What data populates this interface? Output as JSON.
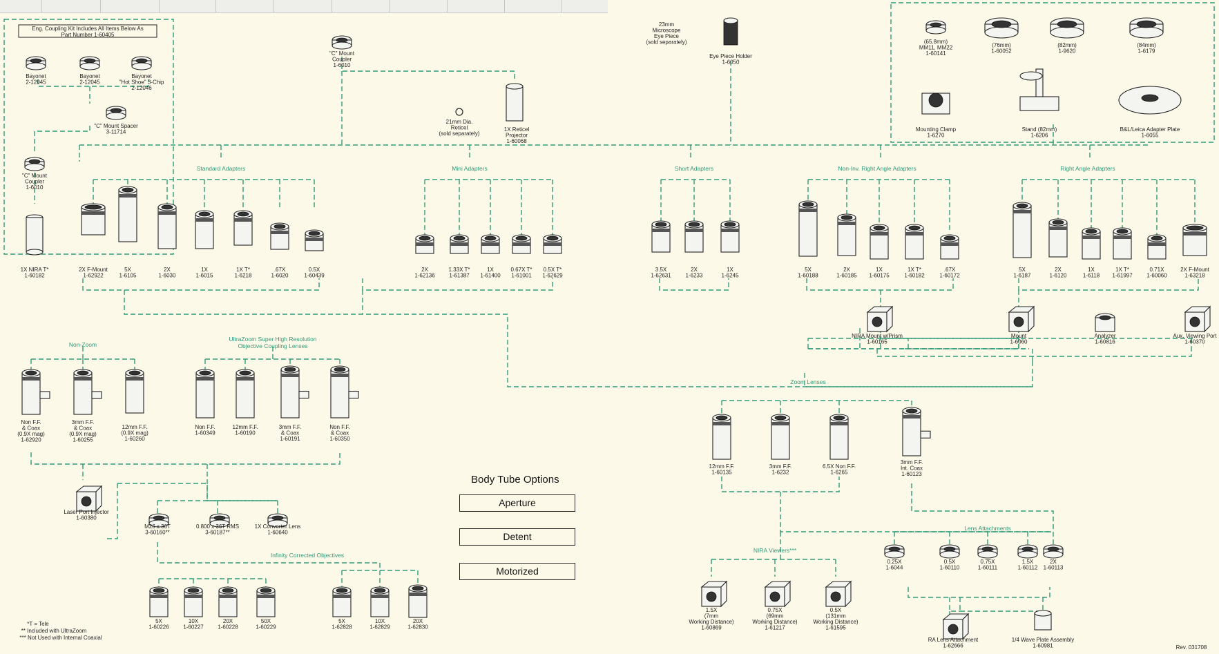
{
  "diagram": {
    "title": "Body Tube Options",
    "buttons": [
      "Aperture",
      "Detent",
      "Motorized"
    ],
    "revision": "Rev. 031708",
    "footnotes": [
      "*T = Tele",
      "** Included with UltraZoom",
      "*** Not Used with Internal Coaxial"
    ],
    "groups": {
      "standard": "Standard Adapters",
      "mini": "Mini Adapters",
      "short": "Short Adapters",
      "noninv": "Non-Inv. Right Angle Adapters",
      "rightangle": "Right Angle Adapters",
      "nonzoom": "Non-Zoom",
      "ultrazoom": [
        "UltraZoom Super High Resolution",
        "Objective Coupling Lenses"
      ],
      "zoom": "Zoom   Lenses",
      "infinity": "Infinity Corrected Objectives",
      "nira": "NIRA Viewers***",
      "lensatt": "Lens Attachments"
    },
    "eng_kit": [
      "Eng. Coupling Kit Includes All Items Below As",
      "Part Number 1-60405"
    ],
    "parts": [
      {
        "id": "bay1",
        "lines": [
          "Bayonet",
          "2-12045"
        ]
      },
      {
        "id": "bay2",
        "lines": [
          "Bayonet",
          "2-12045"
        ]
      },
      {
        "id": "bay3",
        "lines": [
          "Bayonet",
          "\"Hot Shoe\" 3-Chip",
          "2-12046"
        ]
      },
      {
        "id": "spacer",
        "lines": [
          "\"C\" Mount Spacer",
          "3-11714"
        ]
      },
      {
        "id": "cmount2",
        "lines": [
          "\"C\" Mount",
          "Coupler",
          "1-6010"
        ]
      },
      {
        "id": "nira1x",
        "lines": [
          "1X NIRA T*",
          "1-60182"
        ]
      },
      {
        "id": "cmount1",
        "lines": [
          "\"C\" Mount",
          "Coupler",
          "1-6010"
        ]
      },
      {
        "id": "reticle",
        "lines": [
          "21mm Dia.",
          "Reticel",
          "(sold separately)"
        ]
      },
      {
        "id": "retproj",
        "lines": [
          "1X Reticel",
          "Projector",
          "1-60068"
        ]
      },
      {
        "id": "eyepiece",
        "lines": [
          "23mm",
          "Microscope",
          "Eye Piece",
          "(sold separately)"
        ]
      },
      {
        "id": "eyeholder",
        "lines": [
          "Eye Piece Holder",
          "1-6050"
        ]
      },
      {
        "id": "m1",
        "lines": [
          "(65.8mm)",
          "MM11, MM22",
          "1-60141"
        ]
      },
      {
        "id": "m2",
        "lines": [
          "(76mm)",
          "1-60052"
        ]
      },
      {
        "id": "m3",
        "lines": [
          "(82mm)",
          "1-9620"
        ]
      },
      {
        "id": "m4",
        "lines": [
          "(84mm)",
          "1-6179"
        ]
      },
      {
        "id": "m5",
        "lines": [
          "Mounting Clamp",
          "1-6270"
        ]
      },
      {
        "id": "m6",
        "lines": [
          "Stand (82mm)",
          "1-6206"
        ]
      },
      {
        "id": "m7",
        "lines": [
          "B&L/Leica Adapter Plate",
          "1-6055"
        ]
      },
      {
        "id": "s1",
        "lines": [
          "2X F-Mount",
          "1-62922"
        ]
      },
      {
        "id": "s2",
        "lines": [
          "5X",
          "1-6105"
        ]
      },
      {
        "id": "s3",
        "lines": [
          "2X",
          "1-6030"
        ]
      },
      {
        "id": "s4",
        "lines": [
          "1X",
          "1-6015"
        ]
      },
      {
        "id": "s5",
        "lines": [
          "1X T*",
          "1-6218"
        ]
      },
      {
        "id": "s6",
        "lines": [
          ".67X",
          "1-6020"
        ]
      },
      {
        "id": "s7",
        "lines": [
          "0.5X",
          "1-60439"
        ]
      },
      {
        "id": "mi1",
        "lines": [
          "2X",
          "1-62136"
        ]
      },
      {
        "id": "mi2",
        "lines": [
          "1.33X  T*",
          "1-61387"
        ]
      },
      {
        "id": "mi3",
        "lines": [
          "1X",
          "1-61400"
        ]
      },
      {
        "id": "mi4",
        "lines": [
          "0.67X T*",
          "1-61001"
        ]
      },
      {
        "id": "mi5",
        "lines": [
          "0.5X T*",
          "1-62629"
        ]
      },
      {
        "id": "sh1",
        "lines": [
          "3.5X",
          "1-62631"
        ]
      },
      {
        "id": "sh2",
        "lines": [
          "2X",
          "1-6233"
        ]
      },
      {
        "id": "sh3",
        "lines": [
          "1X",
          "1-6245"
        ]
      },
      {
        "id": "n1",
        "lines": [
          "5X",
          "1-60188"
        ]
      },
      {
        "id": "n2",
        "lines": [
          "2X",
          "1-60185"
        ]
      },
      {
        "id": "n3",
        "lines": [
          "1X",
          "1-60175"
        ]
      },
      {
        "id": "n4",
        "lines": [
          "1X T*",
          "1-60182"
        ]
      },
      {
        "id": "n5",
        "lines": [
          ".67X",
          "1-60172"
        ]
      },
      {
        "id": "niraprism",
        "lines": [
          "NIRA Mount w/Prism",
          "1-60165"
        ]
      },
      {
        "id": "r1",
        "lines": [
          "5X",
          "1-6187"
        ]
      },
      {
        "id": "r2",
        "lines": [
          "2X",
          "1-6120"
        ]
      },
      {
        "id": "r3",
        "lines": [
          "1X",
          "1-6118"
        ]
      },
      {
        "id": "r4",
        "lines": [
          "1X T*",
          "1-61997"
        ]
      },
      {
        "id": "r5",
        "lines": [
          "0.71X",
          "1-60060"
        ]
      },
      {
        "id": "r6",
        "lines": [
          "2X F-Mount",
          "1-63218"
        ]
      },
      {
        "id": "mount",
        "lines": [
          "Mount",
          "1-6060"
        ]
      },
      {
        "id": "analyzer",
        "lines": [
          "Analyzer",
          "1-60816"
        ]
      },
      {
        "id": "auxview",
        "lines": [
          "Aux. Viewing Port",
          "1-60370"
        ]
      },
      {
        "id": "nz1",
        "lines": [
          "Non F.F.",
          "& Coax",
          "(0.9X mag)",
          "1-62920"
        ]
      },
      {
        "id": "nz2",
        "lines": [
          "3mm F.F.",
          "& Coax",
          "(0.9X mag)",
          "1-60255"
        ]
      },
      {
        "id": "nz3",
        "lines": [
          "12mm F.F.",
          "(0.9X mag)",
          "1-60260"
        ]
      },
      {
        "id": "uz1",
        "lines": [
          "Non F.F.",
          "1-60349"
        ]
      },
      {
        "id": "uz2",
        "lines": [
          "12mm F.F.",
          "1-60190"
        ]
      },
      {
        "id": "uz3",
        "lines": [
          "3mm F.F.",
          "& Coax",
          "1-60191"
        ]
      },
      {
        "id": "uz4",
        "lines": [
          "Non F.F.",
          "& Coax",
          "1-60350"
        ]
      },
      {
        "id": "laser",
        "lines": [
          "Laser Port Injector",
          "1-60380"
        ]
      },
      {
        "id": "m26",
        "lines": [
          "M26 x 36T",
          "3-60160**"
        ]
      },
      {
        "id": "rms",
        "lines": [
          "0.800 x 36T RMS",
          "3-60187**"
        ]
      },
      {
        "id": "conv",
        "lines": [
          "1X Converter Lens",
          "1-60640"
        ]
      },
      {
        "id": "o1",
        "lines": [
          "5X",
          "1-60226"
        ]
      },
      {
        "id": "o2",
        "lines": [
          "10X",
          "1-60227"
        ]
      },
      {
        "id": "o3",
        "lines": [
          "20X",
          "1-60228"
        ]
      },
      {
        "id": "o4",
        "lines": [
          "50X",
          "1-60229"
        ]
      },
      {
        "id": "o5",
        "lines": [
          "5X",
          "1-62828"
        ]
      },
      {
        "id": "o6",
        "lines": [
          "10X",
          "1-62829"
        ]
      },
      {
        "id": "o7",
        "lines": [
          "20X",
          "1-62830"
        ]
      },
      {
        "id": "z1",
        "lines": [
          "12mm F.F.",
          "1-60135"
        ]
      },
      {
        "id": "z2",
        "lines": [
          "3mm F.F.",
          "1-6232"
        ]
      },
      {
        "id": "z3",
        "lines": [
          "6.5X Non F.F.",
          "1-6265"
        ]
      },
      {
        "id": "z4",
        "lines": [
          "3mm F.F.",
          "Int. Coax",
          "1-60123"
        ]
      },
      {
        "id": "v1",
        "lines": [
          "1.5X",
          "(7mm",
          "Working Distance)",
          "1-60869"
        ]
      },
      {
        "id": "v2",
        "lines": [
          "0.75X",
          "(69mm",
          "Working Distance)",
          "1-61217"
        ]
      },
      {
        "id": "v3",
        "lines": [
          "0.5X",
          "(131mm",
          "Working Distance)",
          "1-61595"
        ]
      },
      {
        "id": "la1",
        "lines": [
          "0.25X",
          "1-6044"
        ]
      },
      {
        "id": "la2",
        "lines": [
          "0.5X",
          "1-60110"
        ]
      },
      {
        "id": "la3",
        "lines": [
          "0.75X",
          "1-60111"
        ]
      },
      {
        "id": "la4",
        "lines": [
          "1.5X",
          "1-60112"
        ]
      },
      {
        "id": "la5",
        "lines": [
          "2X",
          "1-60113"
        ]
      },
      {
        "id": "ralens",
        "lines": [
          "RA Lens Attachment",
          "1-62666"
        ]
      },
      {
        "id": "wave",
        "lines": [
          "1/4 Wave Plate Assembly",
          "1-60981"
        ]
      }
    ]
  }
}
